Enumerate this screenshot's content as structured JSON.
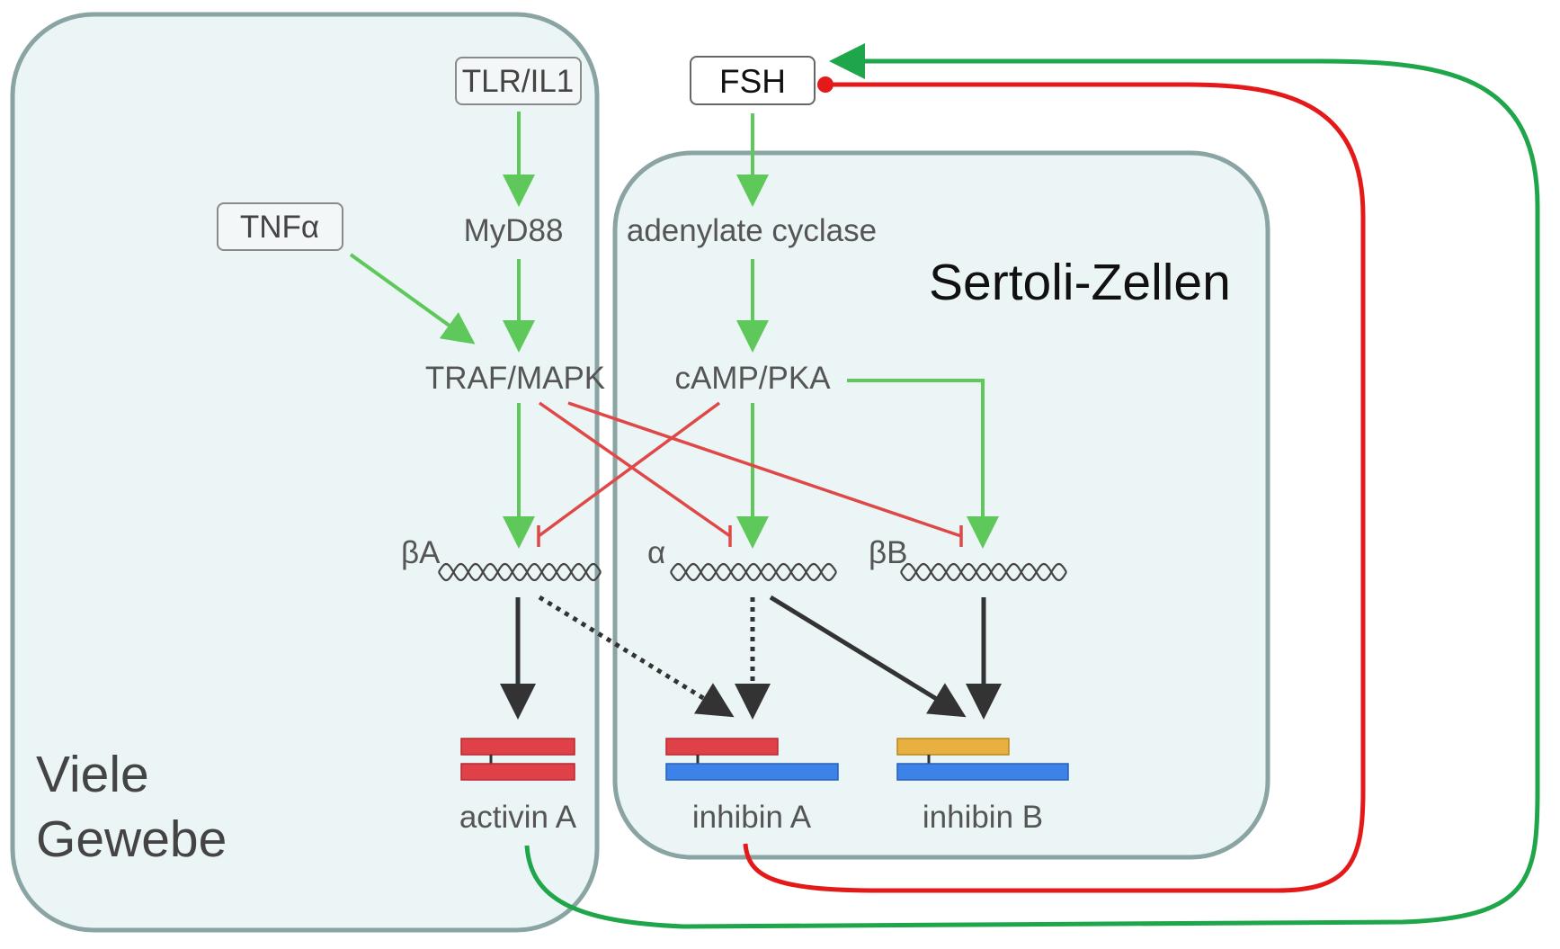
{
  "regions": {
    "many_tissues": "Viele Gewebe",
    "sertoli": "Sertoli-Zellen"
  },
  "regions_lines": {
    "many_tissues_line1": "Viele",
    "many_tissues_line2": "Gewebe"
  },
  "inputs": {
    "tlr": "TLR/IL1",
    "tnf": "TNFα",
    "fsh": "FSH"
  },
  "mediators": {
    "myd88": "MyD88",
    "adenylate_cyclase": "adenylate cyclase",
    "traf_mapk": "TRAF/MAPK",
    "camp_pka": "cAMP/PKA"
  },
  "genes": {
    "beta_a": "βA",
    "alpha": "α",
    "beta_b": "βB"
  },
  "products": {
    "activin_a": "activin A",
    "inhibin_a": "inhibin A",
    "inhibin_b": "inhibin B"
  },
  "colors": {
    "activation": "#5ec85a",
    "inhibition": "#e04848",
    "feedback_positive": "#1fa64a",
    "feedback_negative": "#e41a1a",
    "beta_a_subunit": "#e04048",
    "alpha_subunit": "#e04048",
    "beta_b_subunit": "#e8b040",
    "shared_subunit": "#3d82e8",
    "region_fill": "#e8f3f5",
    "region_stroke": "#8aa3a3"
  }
}
